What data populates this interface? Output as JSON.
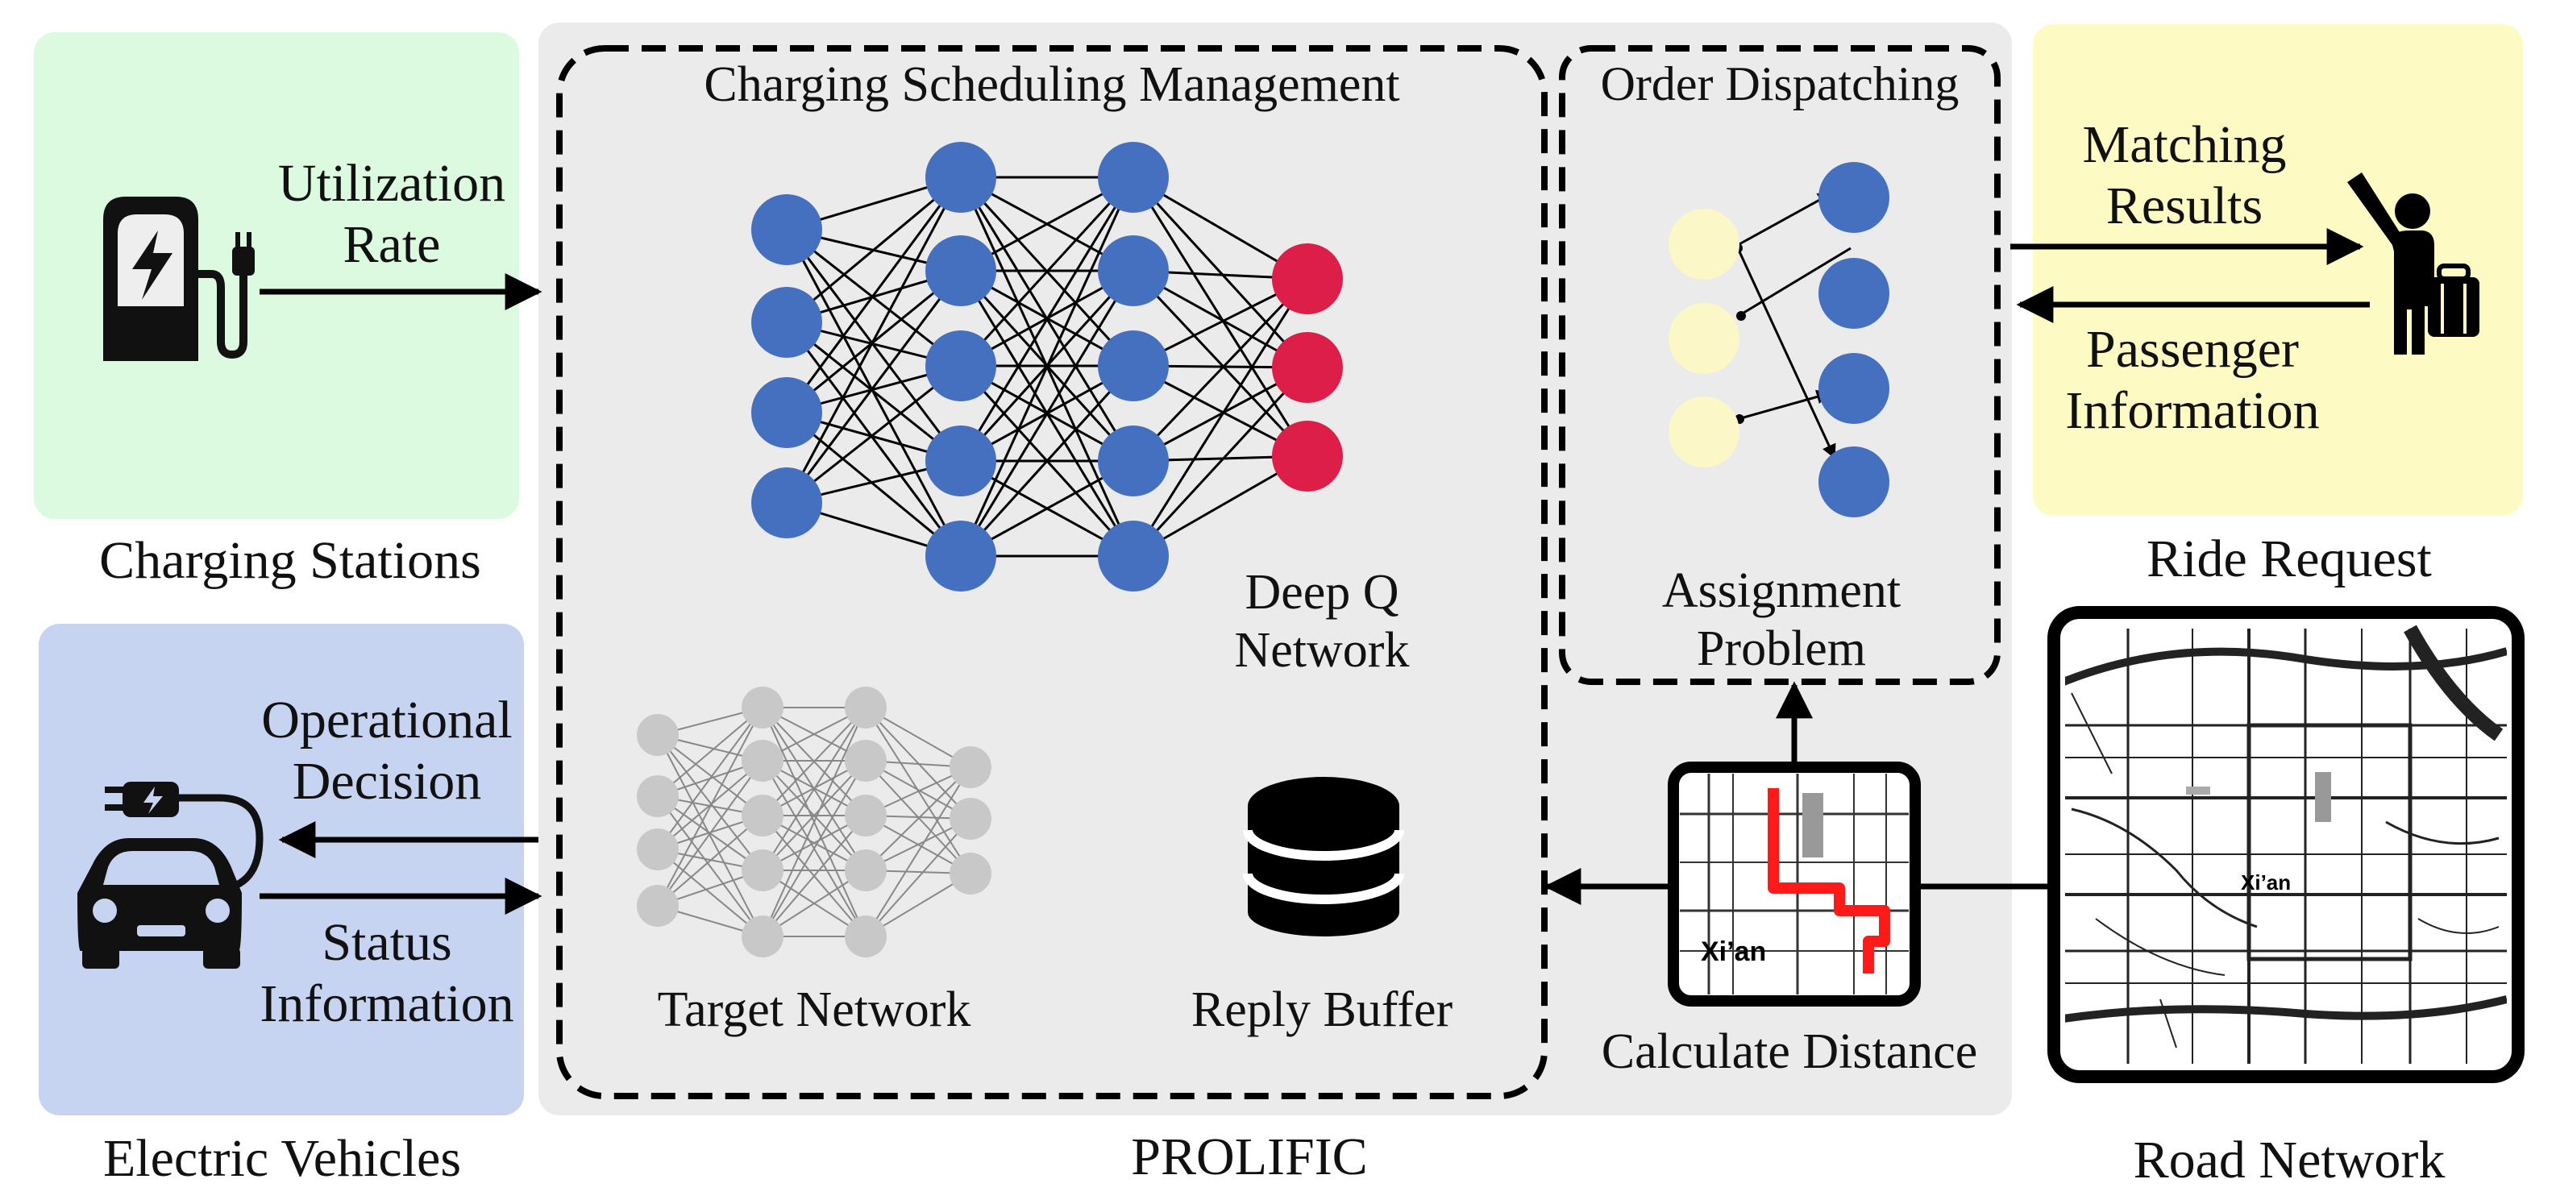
{
  "left": {
    "charging_stations": {
      "title": "Charging Stations",
      "arrow_label_line1": "Utilization",
      "arrow_label_line2": "Rate",
      "color": "#dcfadf",
      "icon": "ev-charging-station-icon"
    },
    "electric_vehicles": {
      "title": "Electric Vehicles",
      "upper_arrow_label_line1": "Operational",
      "upper_arrow_label_line2": "Decision",
      "lower_arrow_label_line1": "Status",
      "lower_arrow_label_line2": "Information",
      "color": "#c6d3f1",
      "icon": "electric-car-plug-icon"
    }
  },
  "center": {
    "title": "PROLIFIC",
    "color": "#ebebeb",
    "charging_scheduling": {
      "title": "Charging Scheduling Management",
      "deep_q_label_line1": "Deep Q",
      "deep_q_label_line2": "Network",
      "target_network_label": "Target Network",
      "reply_buffer_label": "Reply Buffer",
      "node_color": "#4470bf",
      "output_color": "#dc1e48",
      "target_node_color": "#c8c8c8",
      "icons": [
        "deep-q-network-icon",
        "target-network-icon",
        "database-icon"
      ]
    },
    "order_dispatching": {
      "title": "Order Dispatching",
      "assignment_label_line1": "Assignment",
      "assignment_label_line2": "Problem",
      "left_node_color": "#fbf7c7",
      "right_node_color": "#4470bf"
    },
    "calculate_distance": {
      "label": "Calculate Distance",
      "map_text": "Xi’an",
      "route_color": "#ff1a1a",
      "icon": "map-route-icon"
    }
  },
  "right": {
    "ride_request": {
      "title": "Ride Request",
      "upper_arrow_label_line1": "Matching",
      "upper_arrow_label_line2": "Results",
      "lower_arrow_label_line1": "Passenger",
      "lower_arrow_label_line2": "Information",
      "color": "#fefac4",
      "icon": "passenger-with-luggage-icon"
    },
    "road_network": {
      "title": "Road Network",
      "map_text": "Xi’an",
      "icon": "city-road-map-icon"
    }
  }
}
